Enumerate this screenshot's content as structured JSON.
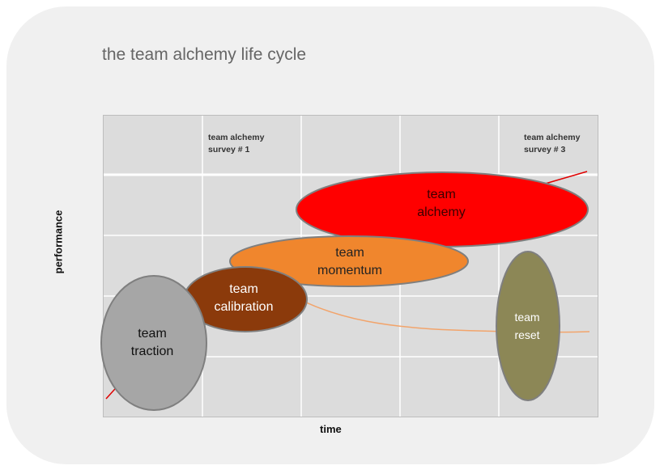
{
  "title": "the team alchemy life cycle",
  "axes": {
    "ylabel": "performance",
    "xlabel": "time"
  },
  "surveys": [
    {
      "label": "team alchemy\nsurvey # 1"
    },
    {
      "label": "team alchemy\nsurvey # 3"
    }
  ],
  "stages": [
    {
      "name": "team\ntraction",
      "color": "#a6a6a6",
      "text_color": "#111111"
    },
    {
      "name": "team\ncalibration",
      "color": "#8b3a0b",
      "text_color": "#ffffff"
    },
    {
      "name": "team\nmomentum",
      "color": "#f0862d",
      "text_color": "#222222"
    },
    {
      "name": "team\nalchemy",
      "color": "#ff0000",
      "text_color": "#3a0000"
    },
    {
      "name": "team\nreset",
      "color": "#8c8756",
      "text_color": "#ffffff"
    }
  ],
  "colors": {
    "trend_line": "#e00000",
    "decline_line": "#f2a46b",
    "grid": "#ffffff"
  }
}
